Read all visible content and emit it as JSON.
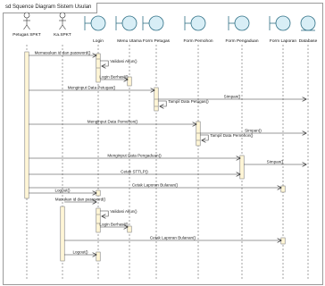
{
  "diagram": {
    "title": "sd Squence Diagram Sistem Usulan",
    "lifelines": [
      {
        "name": "Petugas SPKT",
        "kind": "actor"
      },
      {
        "name": "Ka.SPKT",
        "kind": "actor"
      },
      {
        "name": "Login",
        "kind": "boundary"
      },
      {
        "name": "Menu Utama",
        "kind": "boundary"
      },
      {
        "name": "Form Petugas",
        "kind": "boundary"
      },
      {
        "name": "Form Pemohon",
        "kind": "boundary"
      },
      {
        "name": "Form Pengaduan",
        "kind": "boundary"
      },
      {
        "name": "Form Laporan",
        "kind": "boundary"
      },
      {
        "name": "Database",
        "kind": "entity"
      }
    ],
    "messages": [
      {
        "from": 0,
        "to": 2,
        "label": "Memasukan id dan password()"
      },
      {
        "from": 2,
        "to": 2,
        "label": "Validasi Akun()"
      },
      {
        "from": 2,
        "to": 3,
        "label": "Login Berhasil()"
      },
      {
        "from": 0,
        "to": 4,
        "label": "Menginput Data Petugas()"
      },
      {
        "from": 4,
        "to": 8,
        "label": "Simpan()"
      },
      {
        "from": 4,
        "to": 4,
        "label": "Tampil Data Petugas()"
      },
      {
        "from": 0,
        "to": 5,
        "label": "Menginput Data Pemohon()"
      },
      {
        "from": 5,
        "to": 8,
        "label": "Simpan()"
      },
      {
        "from": 5,
        "to": 5,
        "label": "Tampil Data Pemohon()"
      },
      {
        "from": 0,
        "to": 6,
        "label": "Menginput Data Pengaduan()"
      },
      {
        "from": 6,
        "to": 8,
        "label": "Simpan()"
      },
      {
        "from": 0,
        "to": 6,
        "label": "Cetak STTLP()"
      },
      {
        "from": 0,
        "to": 7,
        "label": "Cetak Laporan Bulanan()"
      },
      {
        "from": 0,
        "to": 2,
        "label": "Logout()"
      },
      {
        "from": 1,
        "to": 2,
        "label": "Masukan id dan password()"
      },
      {
        "from": 2,
        "to": 2,
        "label": "Validasi Akun()"
      },
      {
        "from": 2,
        "to": 3,
        "label": "Login Berhasil()"
      },
      {
        "from": 1,
        "to": 7,
        "label": "Cetak Laporan Bulanan()"
      },
      {
        "from": 1,
        "to": 2,
        "label": "Logout()"
      }
    ]
  }
}
